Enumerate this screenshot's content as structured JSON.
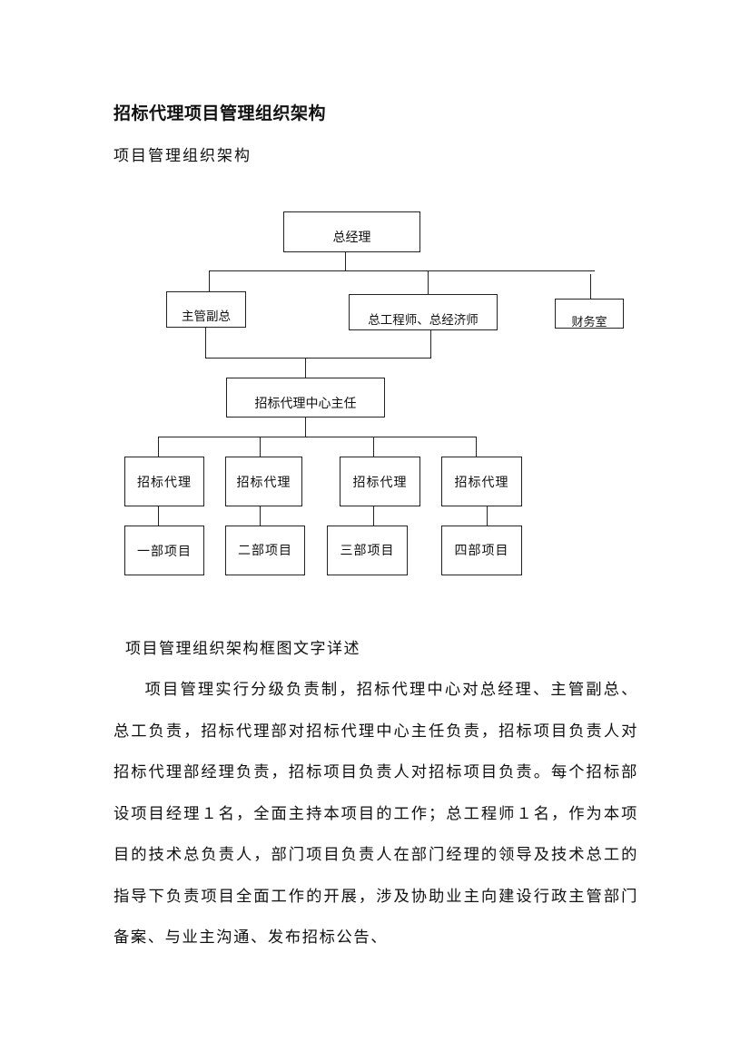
{
  "doc": {
    "title": "招标代理项目管理组织架构",
    "subtitle": "项目管理组织架构",
    "section_title": "项目管理组织架构框图文字详述",
    "paragraph": "项目管理实行分级负责制，招标代理中心对总经理、主管副总、总工负责，招标代理部对招标代理中心主任负责，招标项目负责人对招标代理部经理负责，招标项目负责人对招标项目负责。每个招标部设项目经理１名，全面主持本项目的工作；总工程师１名，作为本项目的技术总负责人，部门项目负责人在部门经理的领导及技术总工的指导下负责项目全面工作的开展，涉及协助业主向建设行政主管部门备案、与业主沟通、发布招标公告、"
  },
  "org": {
    "gm": "总经理",
    "vp": "主管副总",
    "ce": "总工程师、总经济师",
    "finance": "财务室",
    "director": "招标代理中心主任",
    "dept_top": [
      "招标代理",
      "招标代理",
      "招标代理",
      "招标代理"
    ],
    "dept_bottom": [
      "一部项目",
      "二部项目",
      "三部项目",
      "四部项目"
    ]
  }
}
